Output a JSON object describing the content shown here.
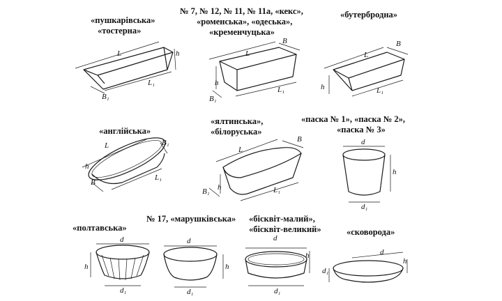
{
  "title_groups": [
    {
      "lines": [
        "«пушкарівська»",
        "«тостерна»"
      ]
    },
    {
      "lines": [
        "№ 7, № 12, № 11, № 11а, «кекс»,",
        "«роменська», «одеська»,",
        "«кременчуцька»"
      ]
    },
    {
      "lines": [
        "«бутербродна»"
      ]
    },
    {
      "lines": [
        "«англійська»"
      ]
    },
    {
      "lines": [
        "«ялтинська»,",
        "«білоруська»"
      ]
    },
    {
      "lines": [
        "«паска № 1», «паска № 2»,",
        "«паска № 3»"
      ]
    },
    {
      "lines": [
        "«полтавська»"
      ]
    },
    {
      "lines": [
        "№ 17, «марушківська»"
      ]
    },
    {
      "lines": [
        "«бісквіт-малий»,",
        "«бісквіт-великий»"
      ]
    },
    {
      "lines": [
        "«сковорода»"
      ]
    }
  ],
  "dims": {
    "L": "L",
    "L1": "L₁",
    "B": "B",
    "B1": "B₁",
    "h": "h",
    "d": "d",
    "d1": "d₁"
  }
}
